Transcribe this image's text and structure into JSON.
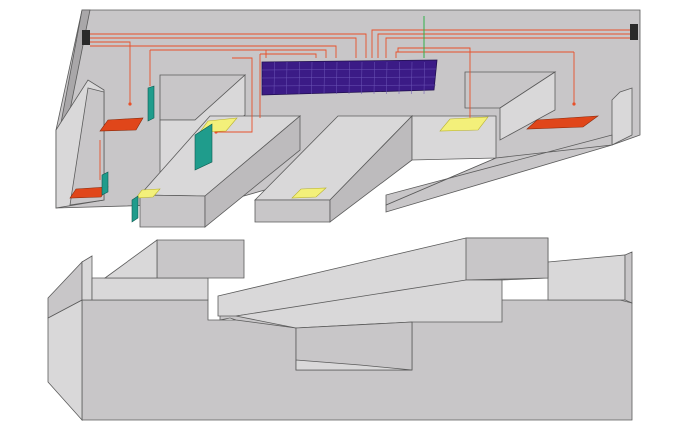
{
  "colors": {
    "background": "#ffffff",
    "panel": "#c8c6c8",
    "panel_light": "#d9d8d9",
    "panel_dark": "#a9a7a9",
    "edge": "#5b5b5b",
    "wire": "#e8502a",
    "antenna": "#2fb24a",
    "chip_array": "#3b1b86",
    "chip_array_grid": "#6c55b6",
    "pad_red": "#e0461a",
    "pad_yellow": "#f3f07a",
    "pad_yellow_edge": "#b9b22c",
    "teal": "#1f9c8c",
    "connector": "#2a2a2a"
  },
  "parts": {
    "upper_assembly": "upper-assembly",
    "lower_assembly": "lower-assembly",
    "chip_array": "chip-array",
    "red_pads": 3,
    "yellow_pads": 4,
    "teal_plates": 4,
    "side_connectors": 2
  }
}
